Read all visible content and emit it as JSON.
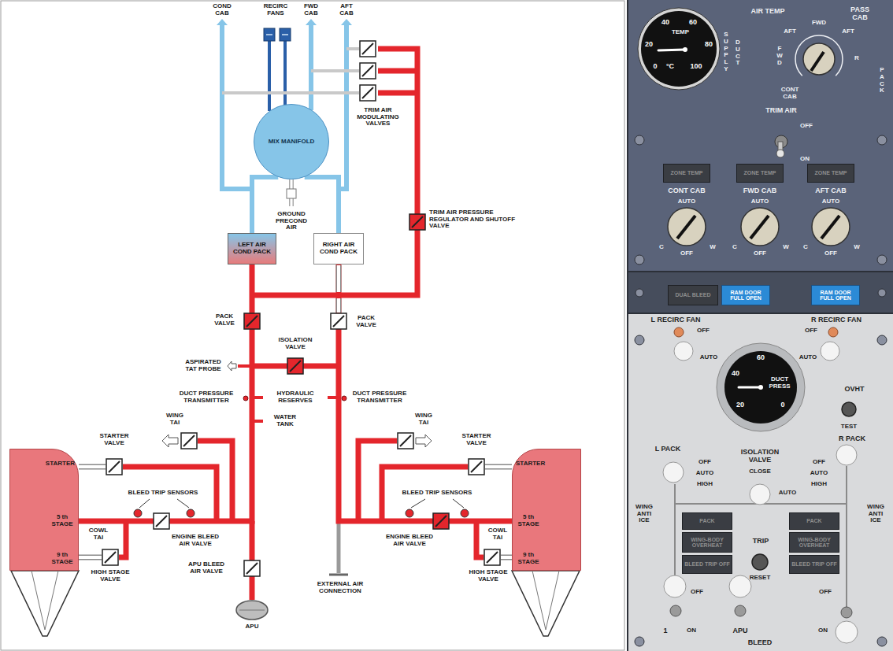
{
  "diagram": {
    "nodes": [
      {
        "text": [
          "MIX MANIFOLD"
        ]
      },
      {
        "text": [
          "LEFT AIR COND PACK"
        ]
      },
      {
        "text": [
          "RIGHT AIR COND PACK"
        ]
      },
      {
        "text": [
          "STARTER",
          "5 th STAGE",
          "9 th STAGE"
        ]
      },
      {
        "text": [
          "STARTER",
          "5 th STAGE",
          "9 th STAGE"
        ]
      },
      {
        "text": [
          "ZONE TEMP"
        ]
      },
      {
        "text": [
          "ZONE TEMP"
        ]
      },
      {
        "text": [
          "ZONE TEMP"
        ]
      },
      {
        "text": [
          "DUAL BLEED"
        ]
      },
      {
        "text": [
          "RAM DOOR FULL OPEN"
        ]
      },
      {
        "text": [
          "RAM DOOR FULL OPEN"
        ]
      },
      {
        "text": [
          "PACK"
        ]
      },
      {
        "text": [
          "WING-BODY OVERHEAT"
        ]
      },
      {
        "text": [
          "BLEED TRIP OFF"
        ]
      },
      {
        "text": [
          "PACK"
        ]
      },
      {
        "text": [
          "WING-BODY OVERHEAT"
        ]
      },
      {
        "text": [
          "BLEED TRIP OFF"
        ]
      }
    ],
    "edges": [
      {
        "from": 1,
        "to": 0,
        "arrow": "none"
      },
      {
        "from": 2,
        "to": 0,
        "arrow": "none"
      },
      {
        "from": 3,
        "to": 1,
        "arrow": "none"
      },
      {
        "from": 4,
        "to": 2,
        "arrow": "none"
      }
    ],
    "labels": [
      "COND CAB",
      "RECIRC FANS",
      "FWD CAB",
      "AFT CAB",
      "TRIM AIR MODULATING VALVES",
      "GROUND PRECOND AIR",
      "TRIM AIR PRESSURE REGULATOR AND SHUTOFF VALVE",
      "PACK VALVE",
      "PACK VALVE",
      "ISOLATION VALVE",
      "ASPIRATED TAT PROBE",
      "DUCT PRESSURE TRANSMITTER",
      "HYDRAULIC RESERVES",
      "DUCT PRESSURE TRANSMITTER",
      "WATER TANK",
      "WING TAI",
      "WING TAI",
      "STARTER VALVE",
      "STARTER VALVE",
      "BLEED TRIP SENSORS",
      "BLEED TRIP SENSORS",
      "COWL TAI",
      "ENGINE BLEED AIR VALVE",
      "COWL TAI",
      "ENGINE BLEED AIR VALVE",
      "HIGH STAGE VALVE",
      "HIGH STAGE VALVE",
      "APU BLEED AIR VALVE",
      "EXTERNAL AIR CONNECTION",
      "APU",
      "AIR TEMP",
      "PASS CAB",
      "40",
      "60",
      "TEMP",
      "20",
      "80",
      "0",
      "°C",
      "100",
      "SUPPLY",
      "DUCT",
      "FWD",
      "AFT",
      "AFT",
      "FWD",
      "R",
      "CONT CAB",
      "PACK",
      "TRIM AIR",
      "OFF",
      "ON",
      "CONT CAB",
      "FWD CAB",
      "AFT CAB",
      "AUTO",
      "C",
      "OFF",
      "W",
      "AUTO",
      "C",
      "OFF",
      "W",
      "AUTO",
      "C",
      "OFF",
      "W",
      "L RECIRC FAN",
      "OFF",
      "AUTO",
      "R RECIRC FAN",
      "OFF",
      "AUTO",
      "60",
      "40",
      "20",
      "0",
      "DUCT PRESS",
      "OVHT",
      "TEST",
      "L PACK",
      "OFF",
      "AUTO",
      "HIGH",
      "ISOLATION VALVE",
      "CLOSE",
      "AUTO",
      "R PACK",
      "OFF",
      "AUTO",
      "HIGH",
      "WING ANTI ICE",
      "WING ANTI ICE",
      "TRIP",
      "RESET",
      "OFF",
      "1",
      "ON",
      "APU",
      "OFF",
      "ON",
      "BLEED"
    ]
  }
}
